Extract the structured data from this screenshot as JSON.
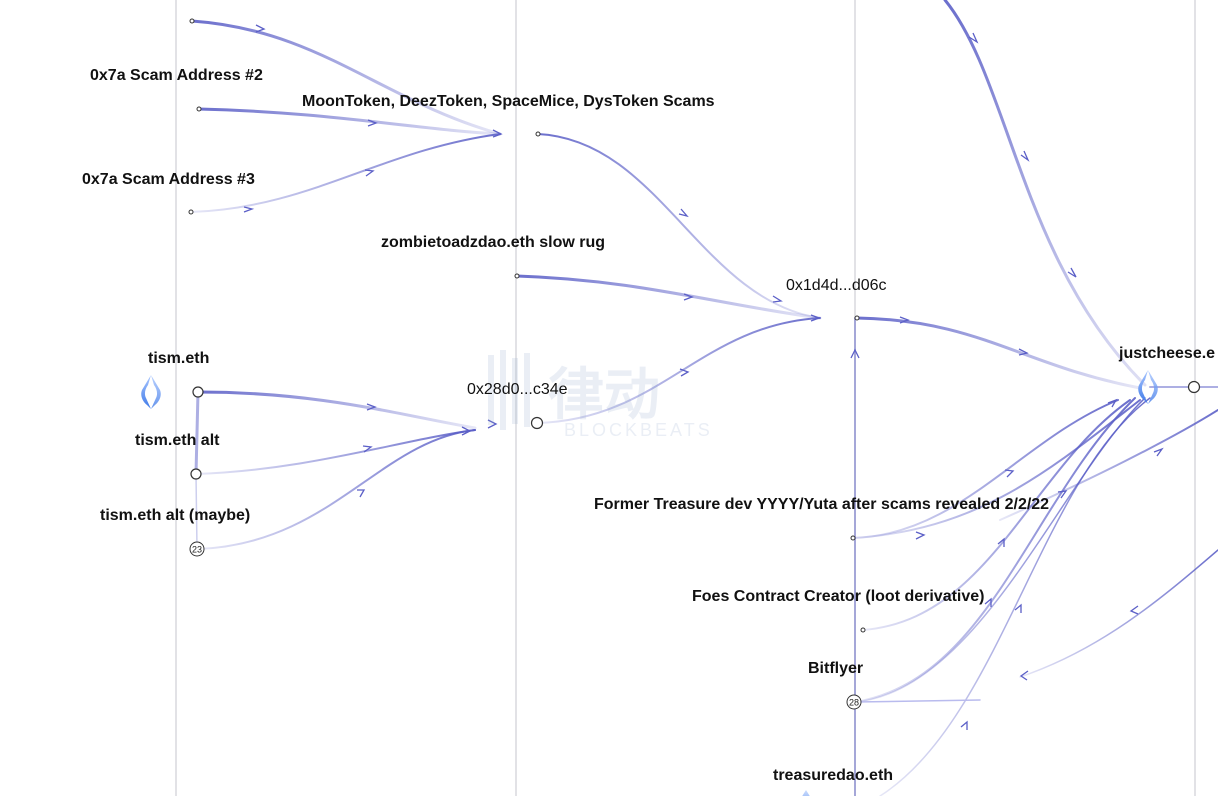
{
  "graph": {
    "colors": {
      "edge": "#5b5fc7",
      "edge_light": "#b9bbee",
      "column_line": "#d9d9de",
      "node_stroke": "#333333",
      "ens_blue_1": "#5b8def",
      "ens_blue_2": "#a9c6ff"
    },
    "labels": {
      "scam2": "0x7a Scam Address #2",
      "scam3": "0x7a Scam Address #3",
      "moontoken": "MoonToken, DeezToken, SpaceMice, DysToken Scams",
      "zombie": "zombietoadzdao.eth slow rug",
      "addr_1d4d": "0x1d4d...d06c",
      "tism": "tism.eth",
      "tism_alt": "tism.eth alt",
      "tism_alt_maybe": "tism.eth alt (maybe)",
      "addr_28d0": "0x28d0...c34e",
      "justcheese": "justcheese.e",
      "former_treasure": "Former Treasure dev YYYY/Yuta after scams revealed 2/2/22",
      "foes": "Foes Contract Creator (loot derivative)",
      "bitflyer": "Bitflyer",
      "treasuredao": "treasuredao.eth"
    },
    "badges": {
      "tism_alt_maybe_count": "23",
      "bitflyer_count": "28"
    },
    "icons": {
      "ens_icon": "ens-logo-icon"
    }
  },
  "watermark": {
    "main": "律动",
    "sub": "BLOCKBEATS"
  }
}
